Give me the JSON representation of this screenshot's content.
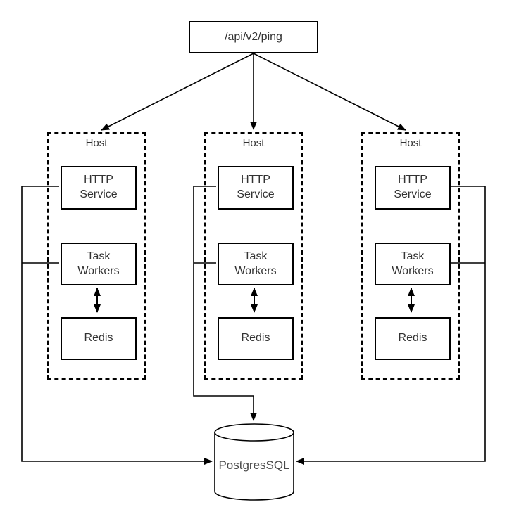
{
  "diagram": {
    "entry": {
      "label": "/api/v2/ping"
    },
    "hosts": [
      {
        "label": "Host",
        "http": "HTTP\nService",
        "workers": "Task\nWorkers",
        "redis": "Redis"
      },
      {
        "label": "Host",
        "http": "HTTP\nService",
        "workers": "Task\nWorkers",
        "redis": "Redis"
      },
      {
        "label": "Host",
        "http": "HTTP\nService",
        "workers": "Task\nWorkers",
        "redis": "Redis"
      }
    ],
    "database": {
      "label": "PostgresSQL"
    },
    "colors": {
      "line": "#000000",
      "text": "#333333",
      "background": "#ffffff"
    },
    "edges": [
      {
        "from": "api-endpoint",
        "to": "host-1",
        "type": "arrow"
      },
      {
        "from": "api-endpoint",
        "to": "host-2",
        "type": "arrow"
      },
      {
        "from": "api-endpoint",
        "to": "host-3",
        "type": "arrow"
      },
      {
        "from": "host-1-http-service-and-task-workers",
        "to": "postgresql",
        "type": "arrow",
        "route": "left-side"
      },
      {
        "from": "host-2-http-service-and-task-workers",
        "to": "postgresql",
        "type": "arrow",
        "route": "center-top"
      },
      {
        "from": "host-3-http-service-and-task-workers",
        "to": "postgresql",
        "type": "arrow",
        "route": "right-side"
      },
      {
        "between": [
          "host-1-task-workers",
          "host-1-redis"
        ],
        "type": "double-arrow"
      },
      {
        "between": [
          "host-2-task-workers",
          "host-2-redis"
        ],
        "type": "double-arrow"
      },
      {
        "between": [
          "host-3-task-workers",
          "host-3-redis"
        ],
        "type": "double-arrow"
      }
    ]
  }
}
